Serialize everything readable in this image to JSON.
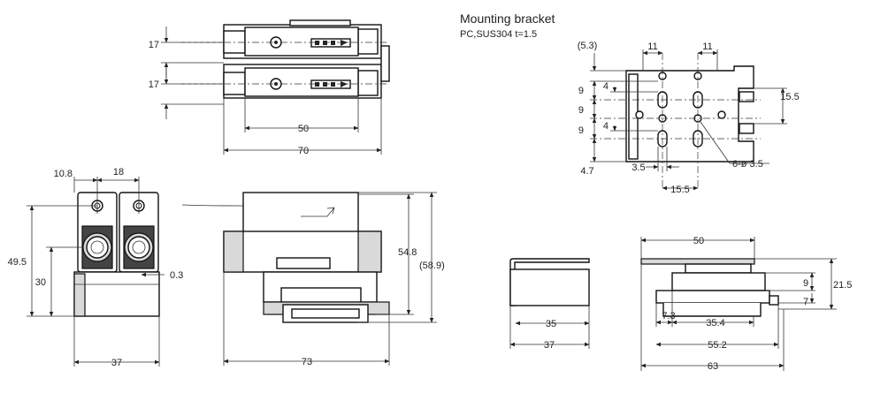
{
  "bracket": {
    "title": "Mounting bracket",
    "material": "PC,SUS304  t=1.5"
  },
  "top_view": {
    "dims": {
      "pitch_upper": "17",
      "pitch_lower": "17",
      "d50": "50",
      "d70": "70"
    }
  },
  "front_view": {
    "dims": {
      "d10_8": "10.8",
      "d18": "18",
      "d49_5": "49.5",
      "d30": "30",
      "d0_3": "0.3",
      "d37": "37"
    }
  },
  "side_view": {
    "dims": {
      "d54_8": "54.8",
      "d58_9": "(58.9)",
      "d73": "73"
    }
  },
  "bracket_plan": {
    "dims": {
      "d5_3": "(5.3)",
      "d11a": "11",
      "d11b": "11",
      "d9a": "9",
      "d4a": "4",
      "d9b": "9",
      "d9c": "9",
      "d4b": "4",
      "d4_7": "4.7",
      "d3_5": "3.5",
      "d15_5h": "15.5",
      "d15_5v": "15.5",
      "holes": "6-ø 3.5"
    }
  },
  "bracket_side": {
    "dims": {
      "d35": "35",
      "d37": "37"
    }
  },
  "bracket_front": {
    "dims": {
      "d50": "50",
      "d9": "9",
      "d21_5": "21.5",
      "d7": "7",
      "d7_3": "7.3",
      "d35_4": "35.4",
      "d55_2": "55.2",
      "d63": "63"
    }
  }
}
